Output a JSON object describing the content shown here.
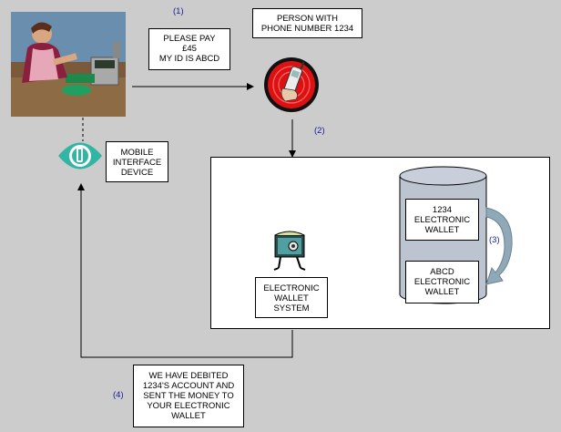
{
  "steps": {
    "one": "(1)",
    "two": "(2)",
    "three": "(3)",
    "four": "(4)"
  },
  "payment_request": [
    "PLEASE PAY",
    "£45",
    "MY ID IS ABCD"
  ],
  "person_label": [
    "PERSON WITH",
    "PHONE NUMBER 1234"
  ],
  "mobile_device_label": [
    "MOBILE",
    "INTERFACE",
    "DEVICE"
  ],
  "wallet_system_label": [
    "ELECTRONIC",
    "WALLET",
    "SYSTEM"
  ],
  "wallet_1234": [
    "1234",
    "ELECTRONIC",
    "WALLET"
  ],
  "wallet_abcd": [
    "ABCD",
    "ELECTRONIC",
    "WALLET"
  ],
  "confirmation": [
    "WE HAVE DEBITED",
    "1234'S ACCOUNT AND",
    "SENT THE MONEY TO",
    "YOUR ELECTRONIC",
    "WALLET"
  ],
  "icons": {
    "merchant": "shop-cashier-picture",
    "phone": "mobile-phone-icon",
    "mobile_device": "mobile-interface-device-icon",
    "wallet_system": "electronic-wallet-icon",
    "database": "wallet-database-cylinder"
  },
  "colors": {
    "background": "#cccccc",
    "step_number": "#1a1a9a",
    "cylinder": "#bcc4d0",
    "phone_red": "#dd1111",
    "device_teal": "#33b5a5"
  }
}
